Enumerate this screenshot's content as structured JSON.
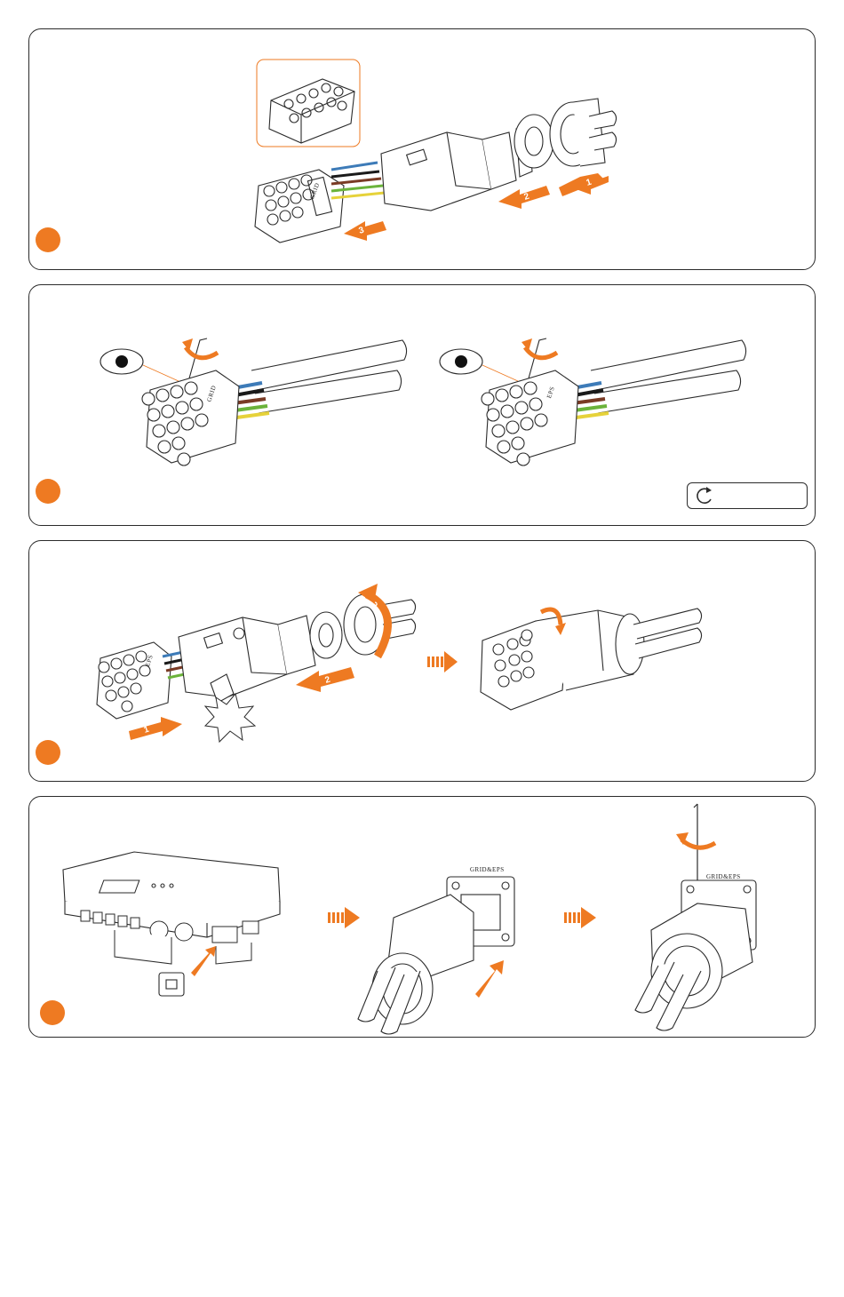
{
  "colors": {
    "accent": "#ee7a22",
    "line": "#2b2b2b",
    "wire_blue": "#3d7bb8",
    "wire_brown": "#7a3b25",
    "wire_black": "#1a1a1a",
    "wire_green": "#6bb33b",
    "wire_yellow": "#e6d23a"
  },
  "panels": [
    {
      "step": "",
      "arrows": [
        "1",
        "2",
        "3"
      ],
      "insert_label": "GRID"
    },
    {
      "step": "",
      "left_label": "GRID",
      "right_label": "EPS",
      "torque": ""
    },
    {
      "step": "",
      "arrows": [
        "1",
        "2",
        "3"
      ],
      "label": "EPS"
    },
    {
      "step": "",
      "port_label_1": "GRID&EPS",
      "port_label_2": "GRID&EPS"
    }
  ],
  "icons": [
    "eye-icon",
    "rotate-icon",
    "flow-arrow-icon",
    "hex-key-icon",
    "click-burst-icon"
  ]
}
